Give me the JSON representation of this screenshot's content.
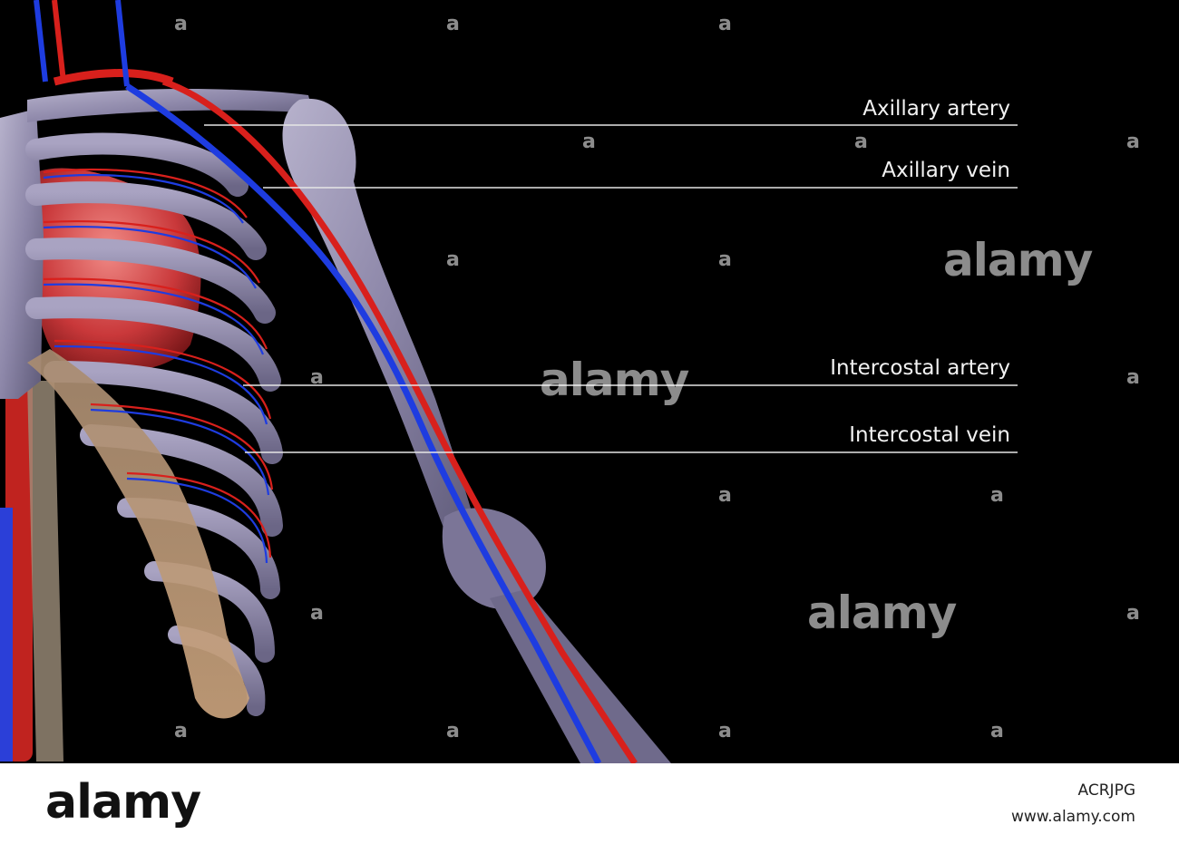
{
  "diagram": {
    "labels": [
      {
        "id": "axillary-artery",
        "text": "Axillary artery"
      },
      {
        "id": "axillary-vein",
        "text": "Axillary vein"
      },
      {
        "id": "intercostal-artery",
        "text": "Intercostal artery"
      },
      {
        "id": "intercostal-vein",
        "text": "Intercostal vein"
      }
    ],
    "colors": {
      "background": "#000000",
      "bone": "#8a83a8",
      "cartilage": "#b89574",
      "artery": "#d8201c",
      "vein": "#1e3ce0",
      "heart": "#c9383a",
      "leader_line": "#e6e6e6"
    }
  },
  "watermark": {
    "text": "alamy",
    "small_glyph": "a"
  },
  "footer": {
    "logo": "alamy",
    "image_id": "ACRJPG",
    "url": "www.alamy.com"
  }
}
